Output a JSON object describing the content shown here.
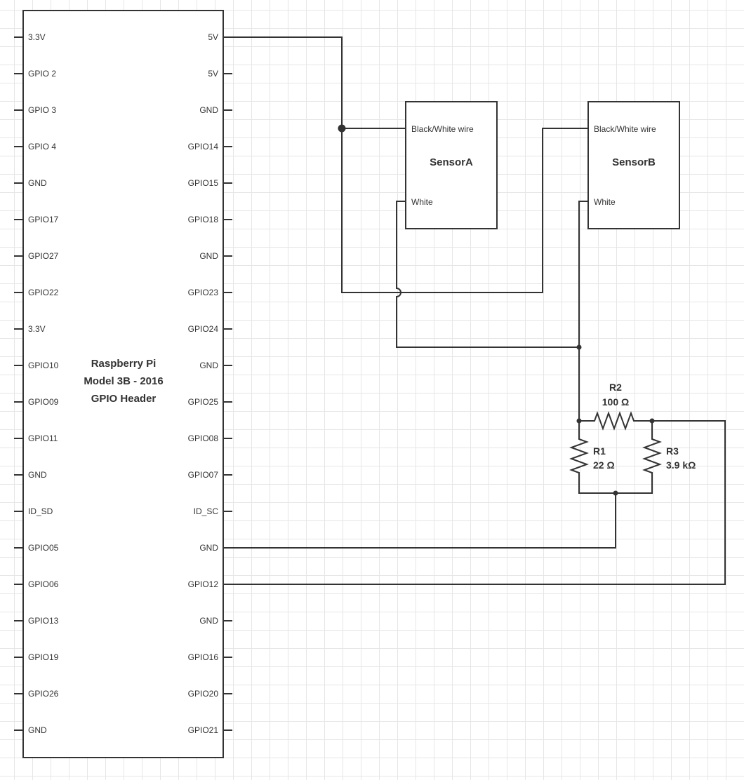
{
  "board": {
    "title_lines": [
      "Raspberry Pi",
      "Model 3B - 2016",
      "GPIO Header"
    ],
    "left_pins": [
      "3.3V",
      "GPIO 2",
      "GPIO 3",
      "GPIO 4",
      "GND",
      "GPIO17",
      "GPIO27",
      "GPIO22",
      "3.3V",
      "GPIO10",
      "GPIO09",
      "GPIO11",
      "GND",
      "ID_SD",
      "GPIO05",
      "GPIO06",
      "GPIO13",
      "GPIO19",
      "GPIO26",
      "GND"
    ],
    "right_pins": [
      "5V",
      "5V",
      "GND",
      "GPIO14",
      "GPIO15",
      "GPIO18",
      "GND",
      "GPIO23",
      "GPIO24",
      "GND",
      "GPIO25",
      "GPIO08",
      "GPIO07",
      "ID_SC",
      "GND",
      "GPIO12",
      "GND",
      "GPIO16",
      "GPIO20",
      "GPIO21"
    ]
  },
  "sensors": [
    {
      "name": "SensorA",
      "pin_top": "Black/White wire",
      "pin_bottom": "White"
    },
    {
      "name": "SensorB",
      "pin_top": "Black/White wire",
      "pin_bottom": "White"
    }
  ],
  "resistors": [
    {
      "name": "R1",
      "value": "22 Ω"
    },
    {
      "name": "R2",
      "value": "100 Ω"
    },
    {
      "name": "R3",
      "value": "3.9 kΩ"
    }
  ],
  "colors": {
    "line": "#333333",
    "grid": "#e6e6e6",
    "background": "#ffffff"
  }
}
